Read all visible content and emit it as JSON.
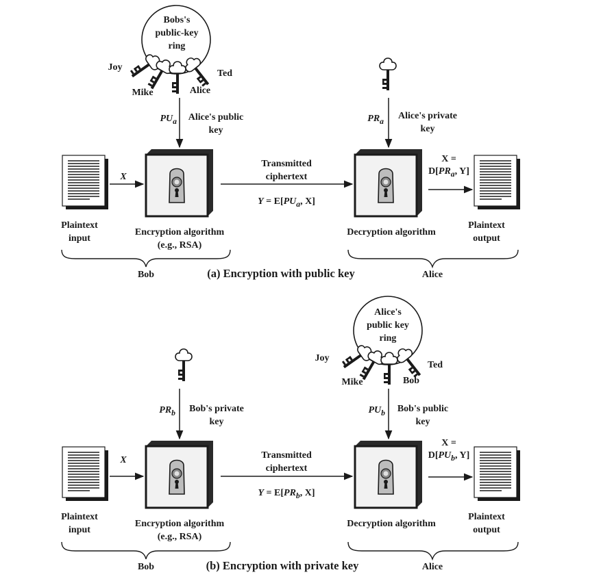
{
  "panel_a": {
    "key_ring_title": [
      "Bobs's",
      "public-key",
      "ring"
    ],
    "ring_owners": {
      "left": "Joy",
      "lower_left": "Mike",
      "bottom": "Alice",
      "right": "Ted"
    },
    "public_key_symbol": "PU",
    "public_key_sub": "a",
    "public_key_label": [
      "Alice's public",
      "key"
    ],
    "private_key_symbol": "PR",
    "private_key_sub": "a",
    "private_key_label": [
      "Alice's private",
      "key"
    ],
    "input_var": "X",
    "transmitted_label": [
      "Transmitted",
      "ciphertext"
    ],
    "cipher_eq": {
      "lhs": "Y",
      "prefix": " = E[",
      "key": "PU",
      "sub": "a",
      "suffix": ", X]"
    },
    "output_eq_line1": "X =",
    "output_eq_line2": {
      "prefix": "D[",
      "key": "PR",
      "sub": "a",
      "suffix": ", Y]"
    },
    "plaintext_input": [
      "Plaintext",
      "input"
    ],
    "enc_label": [
      "Encryption algorithm",
      "(e.g., RSA)"
    ],
    "dec_label": "Decryption algorithm",
    "plaintext_output": [
      "Plaintext",
      "output"
    ],
    "left_party": "Bob",
    "right_party": "Alice",
    "caption": "(a) Encryption with public key"
  },
  "panel_b": {
    "key_ring_title": [
      "Alice's",
      "public key",
      "ring"
    ],
    "ring_owners": {
      "left": "Joy",
      "lower_left": "Mike",
      "bottom": "Bob",
      "right": "Ted"
    },
    "private_key_symbol": "PR",
    "private_key_sub": "b",
    "private_key_label": [
      "Bob's private",
      "key"
    ],
    "public_key_symbol": "PU",
    "public_key_sub": "b",
    "public_key_label": [
      "Bob's public",
      "key"
    ],
    "input_var": "X",
    "transmitted_label": [
      "Transmitted",
      "ciphertext"
    ],
    "cipher_eq": {
      "lhs": "Y",
      "prefix": " = E[",
      "key": "PR",
      "sub": "b",
      "suffix": ", X]"
    },
    "output_eq_line1": "X =",
    "output_eq_line2": {
      "prefix": "D[",
      "key": "PU",
      "sub": "b",
      "suffix": ", Y]"
    },
    "plaintext_input": [
      "Plaintext",
      "input"
    ],
    "enc_label": [
      "Encryption algorithm",
      "(e.g., RSA)"
    ],
    "dec_label": "Decryption algorithm",
    "plaintext_output": [
      "Plaintext",
      "output"
    ],
    "left_party": "Bob",
    "right_party": "Alice",
    "caption": "(b) Encryption with private key"
  }
}
